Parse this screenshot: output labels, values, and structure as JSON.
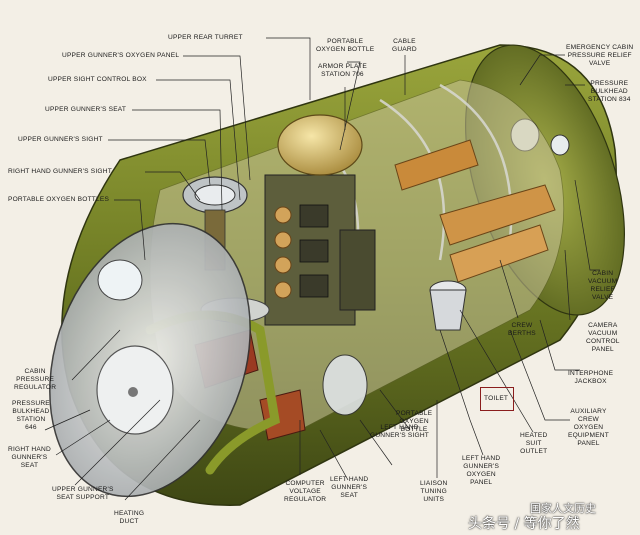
{
  "labels": {
    "upper_rear_turret": "UPPER REAR TURRET",
    "upper_gunner_oxygen_panel": "UPPER GUNNER'S OXYGEN PANEL",
    "upper_sight_control_box": "UPPER SIGHT CONTROL BOX",
    "upper_gunner_seat": "UPPER GUNNER'S SEAT",
    "upper_gunner_sight": "UPPER GUNNER'S SIGHT",
    "right_hand_gunner_sight": "RIGHT HAND GUNNER'S SIGHT",
    "portable_oxygen_bottles": "PORTABLE OXYGEN BOTTLES",
    "portable_oxygen_bottle_top": "PORTABLE\nOXYGEN BOTTLE",
    "armor_plate": "ARMOR PLATE\nSTATION 706",
    "cable_guard": "CABLE\nGUARD",
    "emergency_valve": "EMERGENCY CABIN\nPRESSURE RELIEF\nVALVE",
    "pressure_bulkhead_834": "PRESSURE\nBULKHEAD\nSTATION 834",
    "cabin_vacuum_relief_valve": "CABIN\nVACUUM\nRELIEF\nVALVE",
    "camera_vacuum_control_panel": "CAMERA\nVACUUM\nCONTROL\nPANEL",
    "crew_berths": "CREW\nBERTHS",
    "interphone_jackbox": "INTERPHONE\nJACKBOX",
    "auxiliary_oxygen_panel": "AUXILIARY\nCREW\nOXYGEN\nEQUIPMENT\nPANEL",
    "toilet": "TOILET",
    "heated_suit_outlet": "HEATED\nSUIT\nOUTLET",
    "left_hand_gunner_oxygen_panel": "LEFT HAND\nGUNNER'S\nOXYGEN\nPANEL",
    "liaison_tuning_units": "LIAISON\nTUNING\nUNITS",
    "portable_oxygen_bottle_bottom": "PORTABLE\nOXYGEN\nBOTTLE",
    "left_hand_gunner_sight": "LEFT HAND\nGUNNER'S SIGHT",
    "left_hand_gunner_seat": "LEFT HAND\nGUNNER'S\nSEAT",
    "computer_voltage_regulator": "COMPUTER\nVOLTAGE\nREGULATOR",
    "heating_duct": "HEATING\nDUCT",
    "upper_gunner_seat_support": "UPPER GUNNER'S\nSEAT SUPPORT",
    "right_hand_gunner_seat": "RIGHT HAND\nGUNNER'S\nSEAT",
    "pressure_bulkhead_646": "PRESSURE\nBULKHEAD\nSTATION\n646",
    "cabin_pressure_regulator": "CABIN\nPRESSURE\nREGULATOR"
  },
  "watermark": {
    "line1": "国家人文历史",
    "line2": "头条号 / 等你了然"
  },
  "colors": {
    "hull_dark": "#4f5a1c",
    "hull_mid": "#7d8a2c",
    "hull_light": "#a9b348",
    "wood": "#c98a3a",
    "metal": "#cfd3d6",
    "leader": "#222222",
    "toilet_box": "#8a1d1d"
  }
}
